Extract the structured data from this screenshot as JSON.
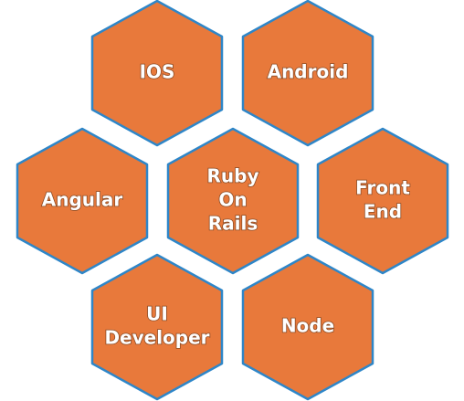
{
  "colors": {
    "hex_fill": "#E8793B",
    "hex_border": "#2E86C8",
    "background": "#FFFFFF",
    "label_text": "#FFFFFF"
  },
  "hexagons": [
    {
      "id": "ios",
      "lines": [
        "IOS"
      ]
    },
    {
      "id": "android",
      "lines": [
        "Android"
      ]
    },
    {
      "id": "angular",
      "lines": [
        "Angular"
      ]
    },
    {
      "id": "ruby-on-rails",
      "lines": [
        "Ruby",
        "On",
        "Rails"
      ]
    },
    {
      "id": "front-end",
      "lines": [
        "Front",
        "End"
      ]
    },
    {
      "id": "ui-developer",
      "lines": [
        "UI",
        "Developer"
      ]
    },
    {
      "id": "node",
      "lines": [
        "Node"
      ]
    }
  ]
}
